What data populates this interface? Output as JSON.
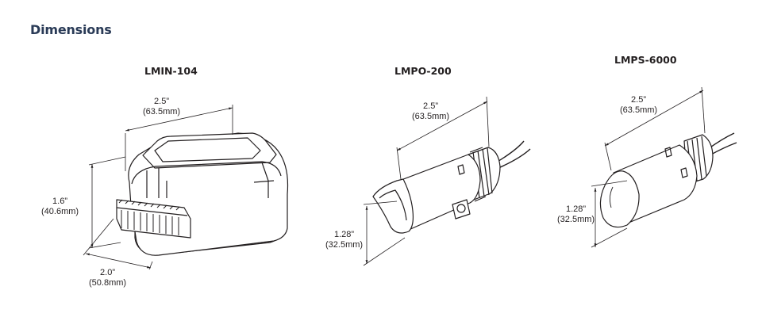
{
  "heading": "Dimensions",
  "products": [
    {
      "model": "LMIN-104",
      "dims": [
        {
          "value": "2.5”",
          "metric": "(63.5mm)"
        },
        {
          "value": "1.6”",
          "metric": "(40.6mm)"
        },
        {
          "value": "2.0”",
          "metric": "(50.8mm)"
        }
      ]
    },
    {
      "model": "LMPO-200",
      "dims": [
        {
          "value": "2.5”",
          "metric": "(63.5mm)"
        },
        {
          "value": "1.28”",
          "metric": "(32.5mm)"
        }
      ]
    },
    {
      "model": "LMPS-6000",
      "dims": [
        {
          "value": "2.5”",
          "metric": "(63.5mm)"
        },
        {
          "value": "1.28”",
          "metric": "(32.5mm)"
        }
      ]
    }
  ],
  "colors": {
    "heading": "#2a3b57",
    "line": "#231f20"
  }
}
